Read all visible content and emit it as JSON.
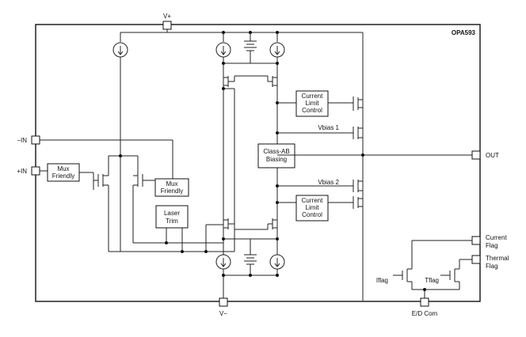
{
  "device": {
    "name": "OPA593"
  },
  "pins": {
    "vplus": "V+",
    "vminus": "V−",
    "in_minus": "−IN",
    "in_plus": "+IN",
    "out": "OUT",
    "current_flag": [
      "Current",
      "Flag"
    ],
    "thermal_flag": [
      "Thermal",
      "Flag"
    ],
    "ed_com": "E/D Com"
  },
  "blocks": {
    "mux_friendly_in": [
      "Mux",
      "Friendly"
    ],
    "mux_friendly_mid": [
      "Mux",
      "Friendly"
    ],
    "laser_trim": [
      "Laser",
      "Trim"
    ],
    "class_ab": [
      "Class-AB",
      "Biasing"
    ],
    "current_limit_top": [
      "Current",
      "Limit",
      "Control"
    ],
    "current_limit_bottom": [
      "Current",
      "Limit",
      "Control"
    ]
  },
  "labels": {
    "vbias1": "Vbias 1",
    "vbias2": "Vbias 2",
    "iflag": "Iflag",
    "tflag": "Tflag"
  },
  "icons": {
    "current_source": "current-source-icon",
    "mosfet": "mosfet-icon",
    "battery": "battery-icon"
  }
}
